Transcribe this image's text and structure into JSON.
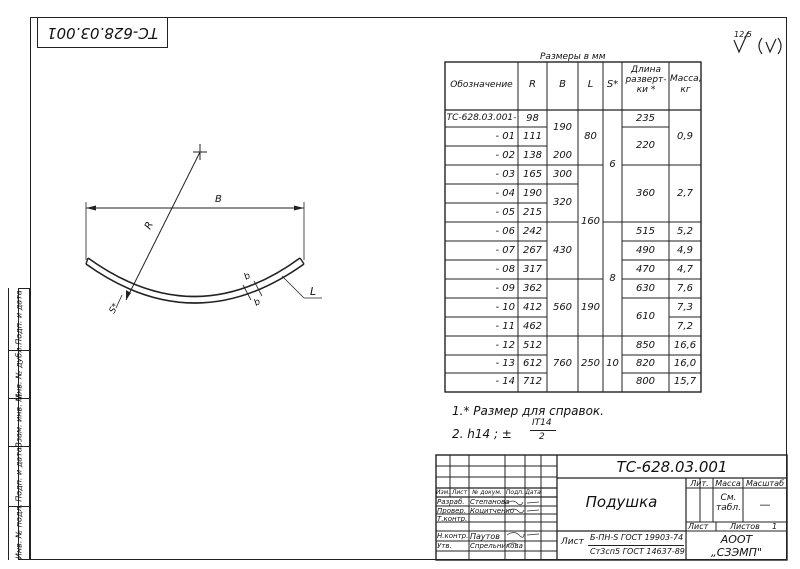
{
  "corner_code": "ТС-628.03.001",
  "roughness_mark": "12,5",
  "drawing": {
    "label_B": "B",
    "label_R": "R",
    "label_S": "S*",
    "label_L": "L"
  },
  "table": {
    "caption": "Размеры в мм",
    "headers": [
      "Обозначение",
      "R",
      "B",
      "L",
      "S*",
      "Длина разверт-ки *",
      "Масса, кг"
    ],
    "designations": [
      "ТС-628.03.001-",
      "- 01",
      "- 02",
      "- 03",
      "- 04",
      "- 05",
      "- 06",
      "- 07",
      "- 08",
      "- 09",
      "- 10",
      "- 11",
      "- 12",
      "- 13",
      "- 14"
    ],
    "R": [
      "98",
      "111",
      "138",
      "165",
      "190",
      "215",
      "242",
      "267",
      "317",
      "362",
      "412",
      "462",
      "512",
      "612",
      "712"
    ],
    "B": [
      "190",
      "200",
      "300",
      "320",
      "430",
      "560",
      "760"
    ],
    "L": [
      "80",
      "160",
      "190",
      "250"
    ],
    "S": [
      "6",
      "8",
      "10"
    ],
    "length": [
      "235",
      "220",
      "360",
      "515",
      "490",
      "470",
      "630",
      "610",
      "850",
      "820",
      "800"
    ],
    "mass": [
      "0,9",
      "2,7",
      "5,2",
      "4,9",
      "4,7",
      "7,6",
      "7,3",
      "7,2",
      "16,6",
      "16,0",
      "15,7"
    ]
  },
  "notes": {
    "note1": "1.* Размер для справок.",
    "note2_prefix": "2. h14 ; ±",
    "note2_num": "IT14",
    "note2_den": "2"
  },
  "side_labels": [
    "Подп. и дата",
    "Инв. № дубл.",
    "Взам. инв. №",
    "Подп. и дата",
    "Инв. № подл."
  ],
  "title_block": {
    "code": "ТС-628.03.001",
    "name": "Подушка",
    "headers": [
      "Изм.",
      "Лист",
      "№ докум.",
      "Подп.",
      "Дата"
    ],
    "roles": [
      "Разраб.",
      "Провер.",
      "Т.контр.",
      "Н.контр.",
      "Утв."
    ],
    "names": [
      "Степанова",
      "Коцитченко",
      "",
      "Паутов",
      "Спрельникова"
    ],
    "lit_label": "Лит.",
    "mass_label": "Масса",
    "scale_label": "Масштаб",
    "mass_value": "См. табл.",
    "scale_value": "—",
    "sheet_label": "Лист",
    "sheets_label": "Листов",
    "sheets_value": "1",
    "material_prefix": "Лист",
    "material_line1": "Б-ПН-S ГОСТ 19903-74",
    "material_line2": "Ст3сп5 ГОСТ 14637-89",
    "org_line1": "АООТ",
    "org_line2": "„СЗЭМП\""
  }
}
